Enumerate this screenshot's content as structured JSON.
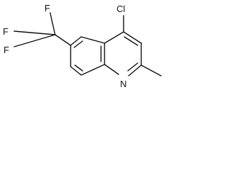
{
  "structure": {
    "line_color": "#111111",
    "background": "#ffffff",
    "atoms": {
      "chlorine": "Cl",
      "nitrogen": "N",
      "fluorine_top": "F",
      "fluorine_left": "F",
      "fluorine_bottom": "F"
    }
  }
}
